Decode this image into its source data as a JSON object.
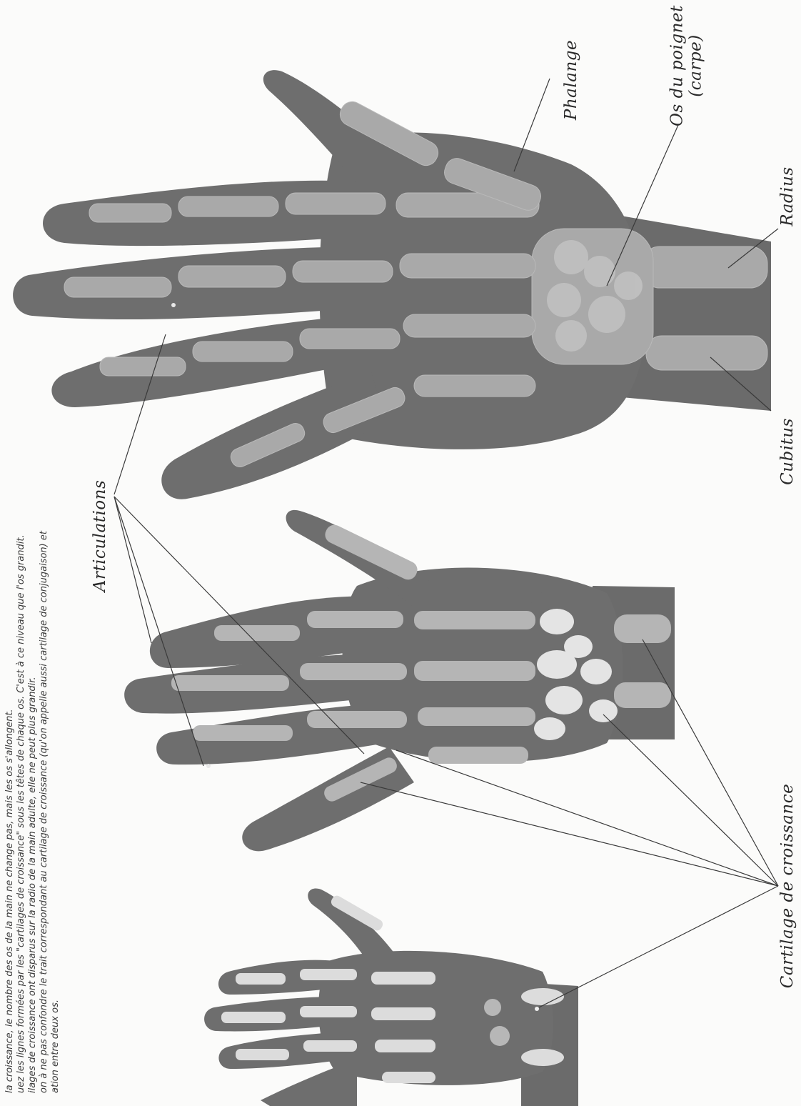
{
  "caption": {
    "lines": [
      "la croissance, le nombre des os de la main ne change pas, mais les os s'allongent.",
      "uez les lignes formées par les \"cartilages de croissance\" sous les têtes de chaque os. C'est à ce niveau que l'os grandit.",
      "ilages de croissance ont disparus sur la radio de la main adulte, elle ne peut plus grandir.",
      "on à ne pas confondre le trait correspondant au cartilage de croissance (qu'on appelle aussi cartilage de conjugaison) et",
      "ation entre deux os."
    ]
  },
  "labels": {
    "phalange": "Phalange",
    "os_poignet": "Os du poignet",
    "carpe": "(carpe)",
    "radius": "Radius",
    "cubitus": "Cubitus",
    "articulations": "Articulations",
    "cartilage": "Cartilage de croissance"
  },
  "colors": {
    "background": "#fbfbfa",
    "hand_skin": "#6e6e6e",
    "bone_adult": "#a9a9a9",
    "bone_child": "#d6d6d6",
    "bone_light": "#e4e4e4",
    "leader_line": "#3a3a3a"
  }
}
